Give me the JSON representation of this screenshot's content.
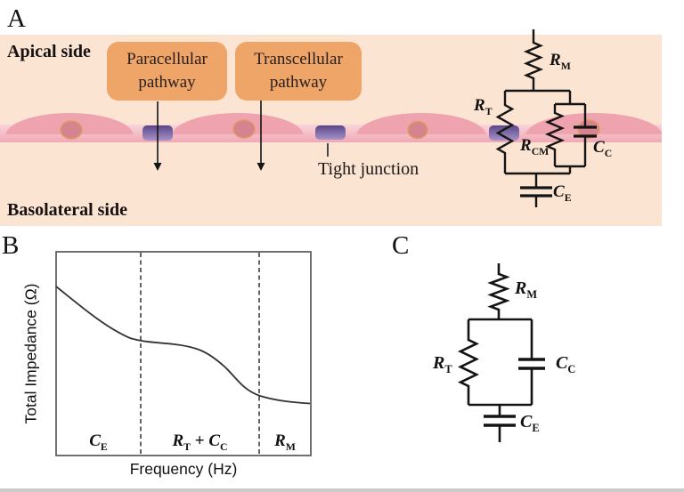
{
  "panels": {
    "a": {
      "label": "A",
      "apical_label": "Apical side",
      "basolateral_label": "Basolateral side",
      "paracellular_box": {
        "line1": "Paracellular",
        "line2": "pathway"
      },
      "transcellular_box": {
        "line1": "Transcellular",
        "line2": "pathway"
      },
      "tight_junction_label": "Tight junction",
      "circuit": {
        "rm": {
          "main": "R",
          "sub": "M"
        },
        "rt": {
          "main": "R",
          "sub": "T"
        },
        "rcm": {
          "main": "R",
          "sub": "CM"
        },
        "cc": {
          "main": "C",
          "sub": "C"
        },
        "ce": {
          "main": "C",
          "sub": "E"
        }
      }
    },
    "b": {
      "label": "B",
      "ylabel": "Total Impedance (Ω)",
      "xlabel": "Frequency (Hz)",
      "regions": {
        "ce": {
          "main": "C",
          "sub": "E"
        },
        "rt": {
          "main": "R",
          "sub": "T"
        },
        "plus": " + ",
        "cc": {
          "main": "C",
          "sub": "C"
        },
        "rm": {
          "main": "R",
          "sub": "M"
        }
      }
    },
    "c": {
      "label": "C",
      "circuit": {
        "rm": {
          "main": "R",
          "sub": "M"
        },
        "rt": {
          "main": "R",
          "sub": "T"
        },
        "cc": {
          "main": "C",
          "sub": "C"
        },
        "ce": {
          "main": "C",
          "sub": "E"
        }
      }
    }
  },
  "colors": {
    "panel_a_background": "#fce4d2",
    "pathway_box_orange": "#efa468",
    "cell_pink": "#efa3ae",
    "cell_band_light": "#f8d4d9",
    "cell_band_pink": "#f0a9b5",
    "nucleus_fill": "#d5838f",
    "nucleus_border": "#df9c62",
    "tight_junction_dark": "#594689",
    "tight_junction_light": "#a793c7",
    "ink": "#141414",
    "plot_border": "#4d4d4d"
  },
  "chart_data": {
    "type": "line",
    "title": "",
    "xlabel": "Frequency (Hz)",
    "ylabel": "Total Impedance (Ω)",
    "x_ticks": [],
    "y_ticks": [],
    "axes_note": "qualitative sketch; no numeric tick labels; two dashed vertical dividers at ~33% and ~80% of the frequency axis",
    "grid": false,
    "legend": "none",
    "regions": [
      {
        "label": "C_E",
        "x_frac_range": [
          0.0,
          0.33
        ]
      },
      {
        "label": "R_T + C_C",
        "x_frac_range": [
          0.33,
          0.8
        ]
      },
      {
        "label": "R_M",
        "x_frac_range": [
          0.8,
          1.0
        ]
      }
    ],
    "series": [
      {
        "name": "Total impedance vs frequency",
        "x_frac": [
          0,
          0.08,
          0.17,
          0.29,
          0.33,
          0.4,
          0.465,
          0.55,
          0.61,
          0.66,
          0.72,
          0.8,
          0.87,
          0.93,
          1.0
        ],
        "relative_impedance": [
          0.83,
          0.77,
          0.68,
          0.576,
          0.562,
          0.553,
          0.546,
          0.522,
          0.48,
          0.437,
          0.38,
          0.293,
          0.272,
          0.263,
          0.255
        ]
      }
    ]
  }
}
